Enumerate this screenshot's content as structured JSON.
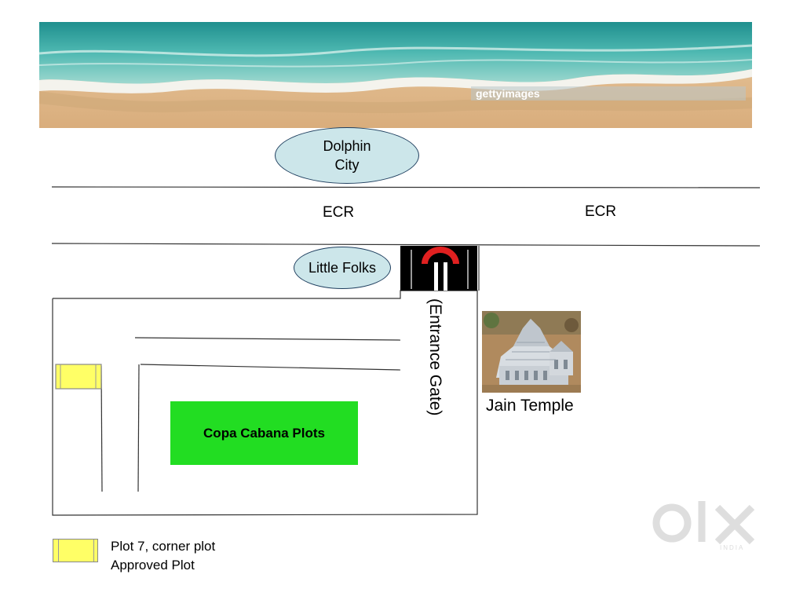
{
  "header_image": {
    "alt": "beach",
    "watermark": "gettyimages"
  },
  "landmarks": {
    "dolphin_city": {
      "line1": "Dolphin",
      "line2": "City"
    },
    "little_folks": "Little Folks",
    "jain_temple": "Jain Temple"
  },
  "roads": {
    "left_label": "ECR",
    "right_label": "ECR"
  },
  "entrance_gate": "(Entrance Gate)",
  "plots": {
    "main_label": "Copa Cabana  Plots"
  },
  "legend": {
    "line1": "Plot 7, corner plot",
    "line2": "Approved Plot"
  },
  "watermark": {
    "brand": "olx",
    "sub": "INDIA"
  },
  "colors": {
    "plots_fill": "#22dd22",
    "approved_plot_fill": "#ffff66",
    "landmark_oval_fill": "#cce6ea",
    "gate_arch": "#e02020",
    "gate_block": "#000000"
  }
}
